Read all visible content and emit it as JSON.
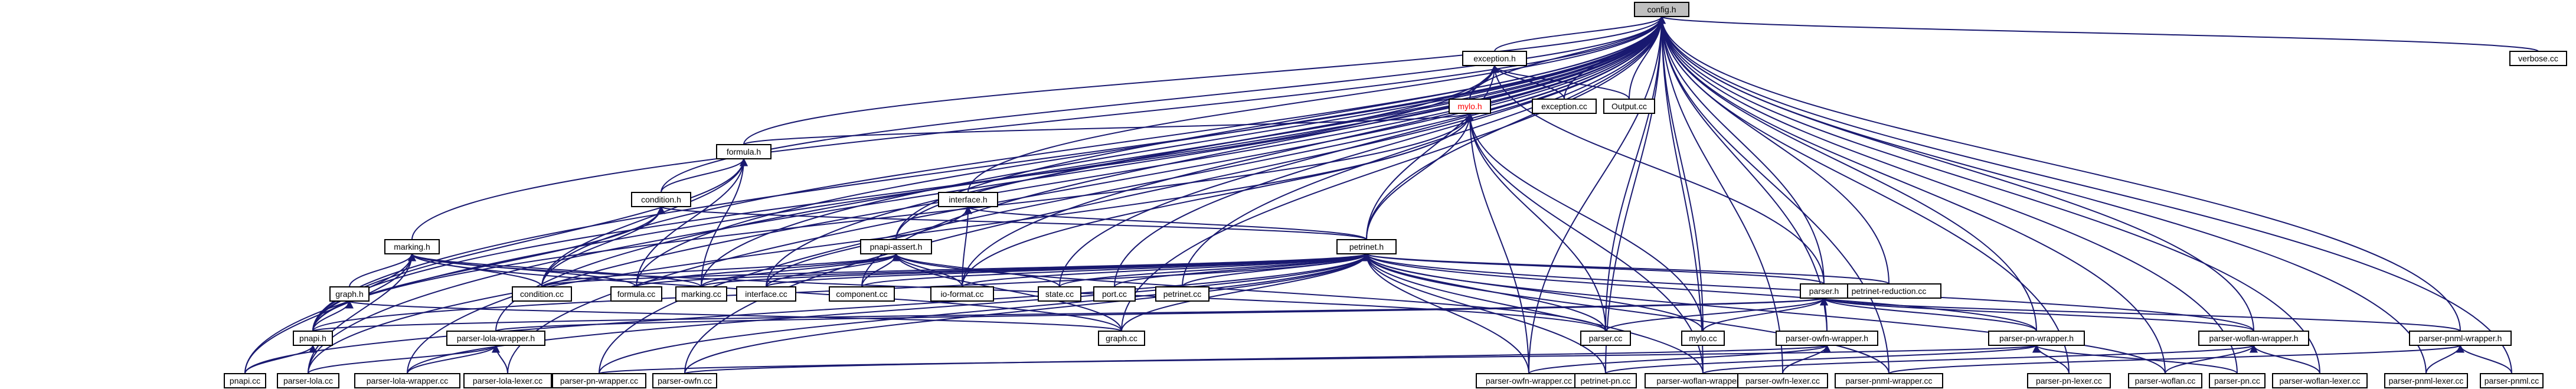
{
  "graph": {
    "edge_color": "#191970",
    "root_fill": "#bfbfbf",
    "highlight_color": "#ff0000",
    "nodes": [
      {
        "id": "config",
        "label": "config.h"
      },
      {
        "id": "exception",
        "label": "exception.h"
      },
      {
        "id": "verbose",
        "label": "verbose.cc"
      },
      {
        "id": "mylo_h",
        "label": "mylo.h"
      },
      {
        "id": "exception_cc",
        "label": "exception.cc"
      },
      {
        "id": "output",
        "label": "Output.cc"
      },
      {
        "id": "formula_h",
        "label": "formula.h"
      },
      {
        "id": "condition_h",
        "label": "condition.h"
      },
      {
        "id": "interface_h",
        "label": "interface.h"
      },
      {
        "id": "petrinet_reduction",
        "label": "petrinet-reduction.cc"
      },
      {
        "id": "marking_h",
        "label": "marking.h"
      },
      {
        "id": "pnapi_assert",
        "label": "pnapi-assert.h"
      },
      {
        "id": "petrinet_h",
        "label": "petrinet.h"
      },
      {
        "id": "graph_h",
        "label": "graph.h"
      },
      {
        "id": "condition_cc",
        "label": "condition.cc"
      },
      {
        "id": "formula_cc",
        "label": "formula.cc"
      },
      {
        "id": "marking_cc",
        "label": "marking.cc"
      },
      {
        "id": "interface_cc",
        "label": "interface.cc"
      },
      {
        "id": "component_cc",
        "label": "component.cc"
      },
      {
        "id": "io_format",
        "label": "io-format.cc"
      },
      {
        "id": "state_cc",
        "label": "state.cc"
      },
      {
        "id": "port_cc",
        "label": "port.cc"
      },
      {
        "id": "petrinet_cc",
        "label": "petrinet.cc"
      },
      {
        "id": "parser_h",
        "label": "parser.h"
      },
      {
        "id": "pnapi_h",
        "label": "pnapi.h"
      },
      {
        "id": "graph_cc",
        "label": "graph.cc"
      },
      {
        "id": "parser_cc",
        "label": "parser.cc"
      },
      {
        "id": "mylo_cc",
        "label": "mylo.cc"
      },
      {
        "id": "owfn_wrapper_h",
        "label": "parser-owfn-wrapper.h"
      },
      {
        "id": "pn_wrapper_h",
        "label": "parser-pn-wrapper.h"
      },
      {
        "id": "woflan_wrapper_h",
        "label": "parser-woflan-wrapper.h"
      },
      {
        "id": "pnml_wrapper_h",
        "label": "parser-pnml-wrapper.h"
      },
      {
        "id": "lola_wrapper_h",
        "label": "parser-lola-wrapper.h"
      },
      {
        "id": "pnapi_cc",
        "label": "pnapi.cc"
      },
      {
        "id": "parser_lola",
        "label": "parser-lola.cc"
      },
      {
        "id": "lola_wrapper_cc",
        "label": "parser-lola-wrapper.cc"
      },
      {
        "id": "lola_lexer",
        "label": "parser-lola-lexer.cc"
      },
      {
        "id": "pn_wrapper_cc",
        "label": "parser-pn-wrapper.cc"
      },
      {
        "id": "parser_owfn",
        "label": "parser-owfn.cc"
      },
      {
        "id": "owfn_wrapper_cc",
        "label": "parser-owfn-wrapper.cc"
      },
      {
        "id": "petrinet_pn",
        "label": "petrinet-pn.cc"
      },
      {
        "id": "woflan_wrapper_cc",
        "label": "parser-woflan-wrapper.cc"
      },
      {
        "id": "owfn_lexer",
        "label": "parser-owfn-lexer.cc"
      },
      {
        "id": "pnml_wrapper_cc",
        "label": "parser-pnml-wrapper.cc"
      },
      {
        "id": "pn_lexer",
        "label": "parser-pn-lexer.cc"
      },
      {
        "id": "parser_woflan",
        "label": "parser-woflan.cc"
      },
      {
        "id": "parser_pn",
        "label": "parser-pn.cc"
      },
      {
        "id": "woflan_lexer",
        "label": "parser-woflan-lexer.cc"
      },
      {
        "id": "pnml_lexer",
        "label": "parser-pnml-lexer.cc"
      },
      {
        "id": "parser_pnml",
        "label": "parser-pnml.cc"
      }
    ],
    "edges": [
      [
        "config",
        "exception"
      ],
      [
        "config",
        "verbose"
      ],
      [
        "config",
        "exception_cc"
      ],
      [
        "config",
        "output"
      ],
      [
        "config",
        "mylo_h"
      ],
      [
        "config",
        "formula_h"
      ],
      [
        "config",
        "condition_h"
      ],
      [
        "config",
        "interface_h"
      ],
      [
        "config",
        "petrinet_reduction"
      ],
      [
        "config",
        "marking_h"
      ],
      [
        "config",
        "pnapi_assert"
      ],
      [
        "config",
        "petrinet_h"
      ],
      [
        "config",
        "condition_cc"
      ],
      [
        "config",
        "formula_cc"
      ],
      [
        "config",
        "marking_cc"
      ],
      [
        "config",
        "interface_cc"
      ],
      [
        "config",
        "component_cc"
      ],
      [
        "config",
        "io_format"
      ],
      [
        "config",
        "state_cc"
      ],
      [
        "config",
        "port_cc"
      ],
      [
        "config",
        "petrinet_cc"
      ],
      [
        "config",
        "parser_h"
      ],
      [
        "config",
        "pnapi_h"
      ],
      [
        "config",
        "graph_cc"
      ],
      [
        "config",
        "parser_cc"
      ],
      [
        "config",
        "mylo_cc"
      ],
      [
        "config",
        "owfn_wrapper_h"
      ],
      [
        "config",
        "pn_wrapper_h"
      ],
      [
        "config",
        "woflan_wrapper_h"
      ],
      [
        "config",
        "pnml_wrapper_h"
      ],
      [
        "config",
        "lola_wrapper_h"
      ],
      [
        "config",
        "pnapi_cc"
      ],
      [
        "config",
        "parser_lola"
      ],
      [
        "config",
        "lola_wrapper_cc"
      ],
      [
        "config",
        "pn_wrapper_cc"
      ],
      [
        "config",
        "parser_owfn"
      ],
      [
        "config",
        "owfn_wrapper_cc"
      ],
      [
        "config",
        "petrinet_pn"
      ],
      [
        "config",
        "woflan_wrapper_cc"
      ],
      [
        "config",
        "pnml_wrapper_cc"
      ],
      [
        "config",
        "pn_lexer"
      ],
      [
        "config",
        "parser_woflan"
      ],
      [
        "config",
        "parser_pn"
      ],
      [
        "config",
        "woflan_lexer"
      ],
      [
        "config",
        "pnml_lexer"
      ],
      [
        "config",
        "parser_pnml"
      ],
      [
        "config",
        "lola_lexer"
      ],
      [
        "config",
        "owfn_lexer"
      ],
      [
        "exception",
        "exception_cc"
      ],
      [
        "exception",
        "output"
      ],
      [
        "exception",
        "mylo_h"
      ],
      [
        "exception",
        "pnapi_assert"
      ],
      [
        "exception",
        "petrinet_h"
      ],
      [
        "exception",
        "parser_h"
      ],
      [
        "exception",
        "pnapi_h"
      ],
      [
        "mylo_h",
        "formula_h"
      ],
      [
        "mylo_h",
        "petrinet_h"
      ],
      [
        "mylo_h",
        "io_format"
      ],
      [
        "mylo_h",
        "parser_cc"
      ],
      [
        "mylo_h",
        "mylo_cc"
      ],
      [
        "mylo_h",
        "pnapi_h"
      ],
      [
        "mylo_h",
        "owfn_wrapper_cc"
      ],
      [
        "mylo_h",
        "woflan_wrapper_cc"
      ],
      [
        "mylo_h",
        "parser_lola"
      ],
      [
        "formula_h",
        "condition_h"
      ],
      [
        "formula_h",
        "condition_cc"
      ],
      [
        "formula_h",
        "formula_cc"
      ],
      [
        "formula_h",
        "marking_cc"
      ],
      [
        "formula_h",
        "pnapi_h"
      ],
      [
        "condition_h",
        "condition_cc"
      ],
      [
        "condition_h",
        "petrinet_h"
      ],
      [
        "condition_h",
        "pnapi_h"
      ],
      [
        "interface_h",
        "petrinet_h"
      ],
      [
        "interface_h",
        "interface_cc"
      ],
      [
        "interface_h",
        "io_format"
      ],
      [
        "marking_h",
        "condition_cc"
      ],
      [
        "marking_h",
        "formula_cc"
      ],
      [
        "marking_h",
        "marking_cc"
      ],
      [
        "marking_h",
        "graph_h"
      ],
      [
        "marking_h",
        "pnapi_h"
      ],
      [
        "marking_h",
        "graph_cc"
      ],
      [
        "marking_h",
        "parser_cc"
      ],
      [
        "marking_h",
        "pnapi_cc"
      ],
      [
        "marking_h",
        "parser_lola"
      ],
      [
        "pnapi_assert",
        "condition_cc"
      ],
      [
        "pnapi_assert",
        "formula_cc"
      ],
      [
        "pnapi_assert",
        "marking_cc"
      ],
      [
        "pnapi_assert",
        "interface_cc"
      ],
      [
        "pnapi_assert",
        "component_cc"
      ],
      [
        "pnapi_assert",
        "io_format"
      ],
      [
        "pnapi_assert",
        "state_cc"
      ],
      [
        "pnapi_assert",
        "graph_cc"
      ],
      [
        "pnapi_assert",
        "parser_cc"
      ],
      [
        "petrinet_h",
        "condition_cc"
      ],
      [
        "petrinet_h",
        "formula_cc"
      ],
      [
        "petrinet_h",
        "marking_cc"
      ],
      [
        "petrinet_h",
        "interface_cc"
      ],
      [
        "petrinet_h",
        "component_cc"
      ],
      [
        "petrinet_h",
        "io_format"
      ],
      [
        "petrinet_h",
        "state_cc"
      ],
      [
        "petrinet_h",
        "port_cc"
      ],
      [
        "petrinet_h",
        "petrinet_cc"
      ],
      [
        "petrinet_h",
        "parser_h"
      ],
      [
        "petrinet_h",
        "pnapi_h"
      ],
      [
        "petrinet_h",
        "graph_cc"
      ],
      [
        "petrinet_h",
        "parser_cc"
      ],
      [
        "petrinet_h",
        "mylo_cc"
      ],
      [
        "petrinet_h",
        "petrinet_reduction"
      ],
      [
        "petrinet_h",
        "pn_wrapper_h"
      ],
      [
        "petrinet_h",
        "woflan_wrapper_h"
      ],
      [
        "petrinet_h",
        "pnapi_cc"
      ],
      [
        "petrinet_h",
        "lola_wrapper_cc"
      ],
      [
        "petrinet_h",
        "pn_wrapper_cc"
      ],
      [
        "petrinet_h",
        "parser_owfn"
      ],
      [
        "petrinet_h",
        "owfn_wrapper_cc"
      ],
      [
        "petrinet_h",
        "petrinet_pn"
      ],
      [
        "petrinet_h",
        "woflan_wrapper_cc"
      ],
      [
        "petrinet_h",
        "pnml_wrapper_cc"
      ],
      [
        "petrinet_h",
        "parser_woflan"
      ],
      [
        "graph_h",
        "pnapi_h"
      ],
      [
        "graph_h",
        "graph_cc"
      ],
      [
        "parser_h",
        "parser_cc"
      ],
      [
        "parser_h",
        "mylo_cc"
      ],
      [
        "parser_h",
        "owfn_wrapper_h"
      ],
      [
        "parser_h",
        "pn_wrapper_h"
      ],
      [
        "parser_h",
        "woflan_wrapper_h"
      ],
      [
        "parser_h",
        "pnml_wrapper_h"
      ],
      [
        "parser_h",
        "lola_wrapper_h"
      ],
      [
        "parser_h",
        "pnapi_h"
      ],
      [
        "pnapi_h",
        "pnapi_cc"
      ],
      [
        "lola_wrapper_h",
        "parser_lola"
      ],
      [
        "lola_wrapper_h",
        "lola_wrapper_cc"
      ],
      [
        "lola_wrapper_h",
        "lola_lexer"
      ],
      [
        "owfn_wrapper_h",
        "parser_owfn"
      ],
      [
        "owfn_wrapper_h",
        "owfn_wrapper_cc"
      ],
      [
        "owfn_wrapper_h",
        "owfn_lexer"
      ],
      [
        "pn_wrapper_h",
        "pn_wrapper_cc"
      ],
      [
        "pn_wrapper_h",
        "petrinet_pn"
      ],
      [
        "pn_wrapper_h",
        "pn_lexer"
      ],
      [
        "pn_wrapper_h",
        "parser_pn"
      ],
      [
        "woflan_wrapper_h",
        "woflan_wrapper_cc"
      ],
      [
        "woflan_wrapper_h",
        "parser_woflan"
      ],
      [
        "woflan_wrapper_h",
        "woflan_lexer"
      ],
      [
        "pnml_wrapper_h",
        "pnml_wrapper_cc"
      ],
      [
        "pnml_wrapper_h",
        "pnml_lexer"
      ],
      [
        "pnml_wrapper_h",
        "parser_pnml"
      ]
    ]
  }
}
